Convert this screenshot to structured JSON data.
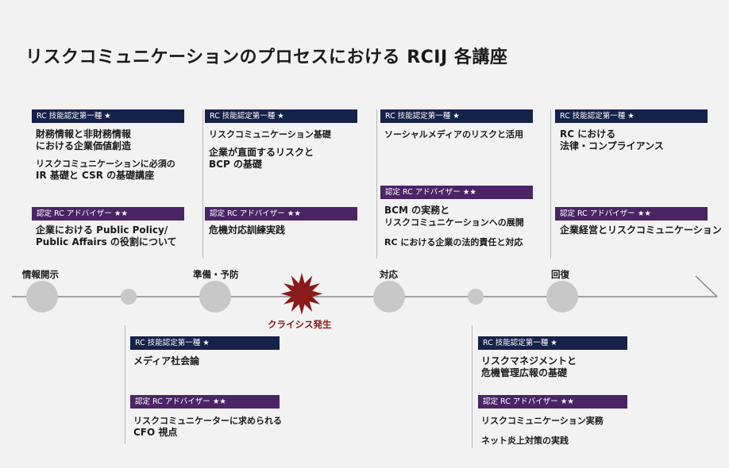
{
  "title": "リスクコミュニケーションのプロセスにおける RCIJ 各講座",
  "badges": {
    "rc1": "RC 技能認定第一種 ★",
    "adv": "認定 RC アドバイザー ★★"
  },
  "phases": {
    "p1": "情報開示",
    "p2": "準備・予防",
    "p3": "対応",
    "p4": "回復",
    "crisis": "クライシス発生"
  },
  "top": {
    "c1": {
      "rc1_items": [
        "財務情報と非財務情報",
        "における企業価値創造",
        "リスクコミュニケーションに必須の",
        "IR 基礎と CSR の基礎講座"
      ],
      "adv_items": [
        "企業における Public Policy/",
        "Public Affairs の役割について"
      ]
    },
    "c2": {
      "rc1_items": [
        "リスクコミュニケーション基礎",
        "企業が直面するリスクと",
        "BCP の基礎"
      ],
      "adv_items": [
        "危機対応訓練実践"
      ]
    },
    "c3": {
      "rc1_items": [
        "ソーシャルメディアのリスクと活用"
      ],
      "adv_items": [
        "BCM の実務と",
        "リスクコミュニケーションへの展開",
        "RC における企業の法的責任と対応"
      ]
    },
    "c4": {
      "rc1_items": [
        "RC における",
        "法律・コンプライアンス"
      ],
      "adv_items": [
        "企業経営とリスクコミュニケーション"
      ]
    }
  },
  "bottom": {
    "b1": {
      "rc1_items": [
        "メディア社会論"
      ],
      "adv_items": [
        "リスクコミュニケーターに求められる",
        "CFO 視点"
      ]
    },
    "b2": {
      "rc1_items": [
        "リスクマネジメントと",
        "危機管理広報の基礎"
      ],
      "adv_items": [
        "リスクコミュニケーション実務",
        "ネット炎上対策の実践"
      ]
    }
  },
  "colors": {
    "navy": "#15224a",
    "purple": "#4b2466",
    "crisis": "#8b1a1a",
    "node": "#c8c8c8"
  }
}
